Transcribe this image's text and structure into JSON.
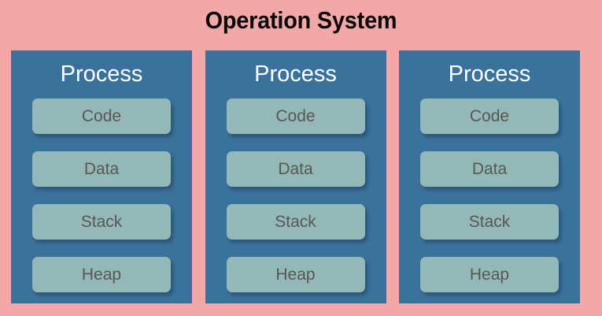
{
  "diagram": {
    "title": "Operation System",
    "colors": {
      "background": "#f2a8a6",
      "process_box": "#3a729c",
      "segment": "#93b8b8",
      "segment_text": "#595654",
      "heading_text": "#ffffff",
      "title_text": "#0a0a0a"
    },
    "processes": [
      {
        "heading": "Process",
        "segments": [
          {
            "label": "Code"
          },
          {
            "label": "Data"
          },
          {
            "label": "Stack"
          },
          {
            "label": "Heap"
          }
        ]
      },
      {
        "heading": "Process",
        "segments": [
          {
            "label": "Code"
          },
          {
            "label": "Data"
          },
          {
            "label": "Stack"
          },
          {
            "label": "Heap"
          }
        ]
      },
      {
        "heading": "Process",
        "segments": [
          {
            "label": "Code"
          },
          {
            "label": "Data"
          },
          {
            "label": "Stack"
          },
          {
            "label": "Heap"
          }
        ]
      }
    ]
  }
}
